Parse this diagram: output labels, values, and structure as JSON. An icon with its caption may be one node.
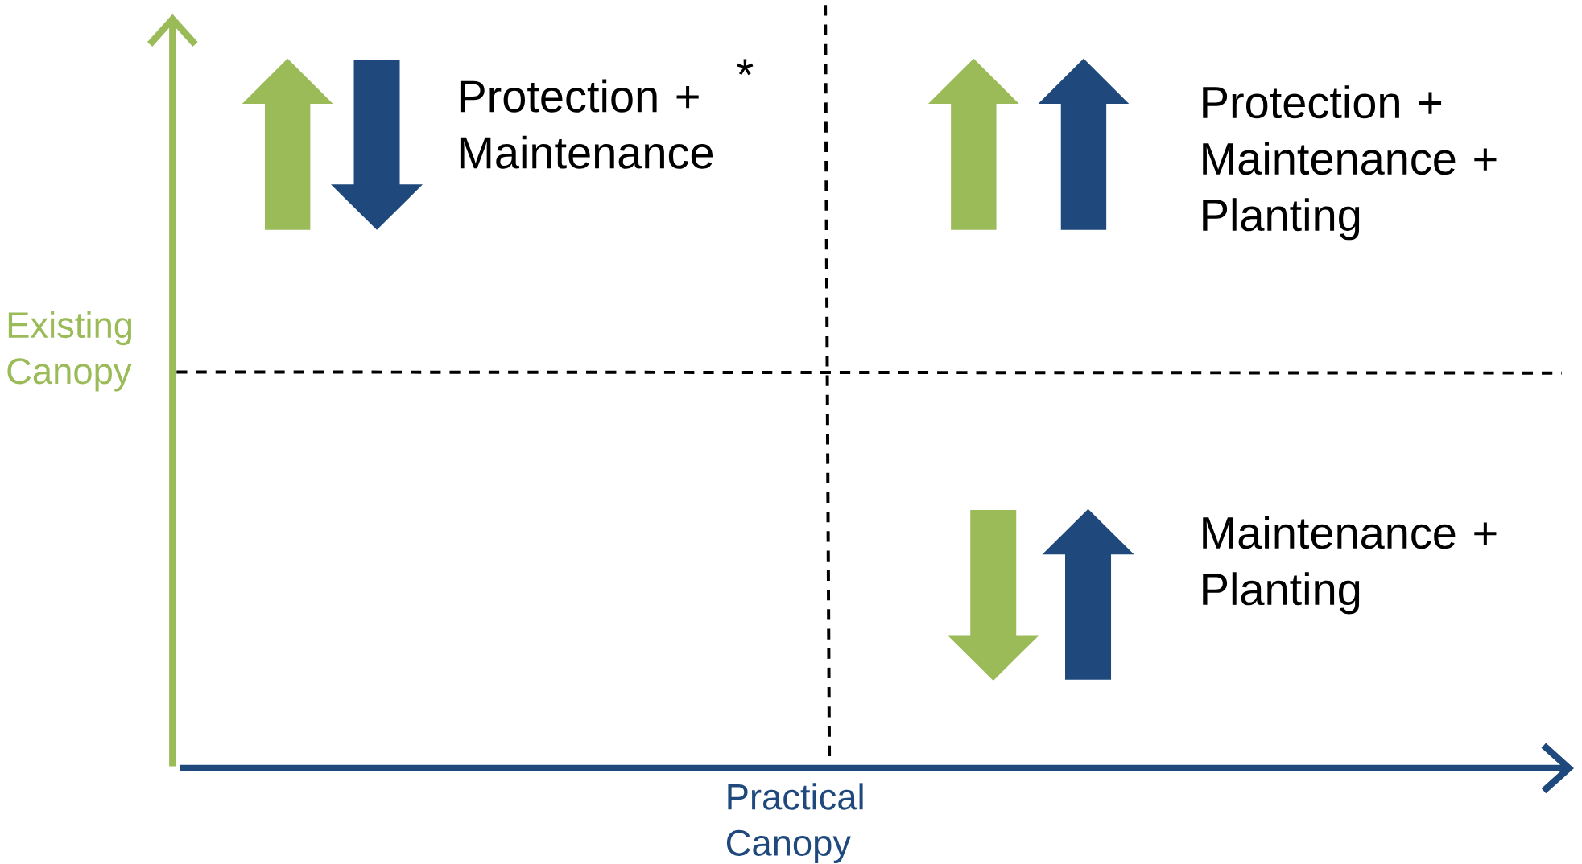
{
  "diagram": {
    "labels": [
      "Protection + Maintenance",
      "*",
      "Protection + Maintenance + Planting",
      "Existing Canopy",
      "Maintenance + Planting",
      "Practical Canopy"
    ]
  }
}
